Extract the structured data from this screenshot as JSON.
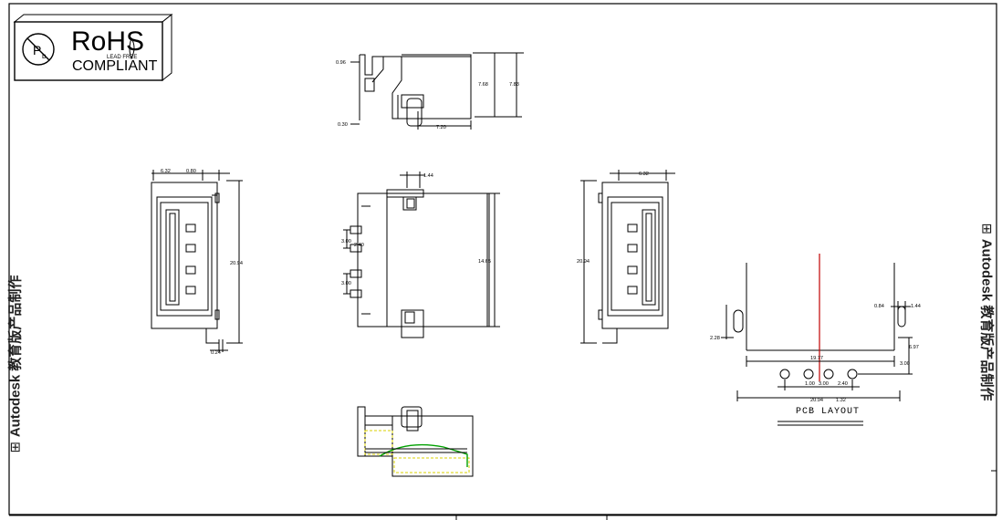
{
  "logo": {
    "rohs_text": "RoHS",
    "lead_free_text": "LEAD FREE",
    "compliant_text": "COMPLIANT"
  },
  "watermark": {
    "left": "Autodesk 教育版产品制作",
    "right": "Autodesk 教育版产品制作"
  },
  "dimensions": {
    "top_view": {
      "d1": "0.96",
      "d2": "7.68",
      "d3": "7.83",
      "d4": "0.30",
      "d5": "7.20"
    },
    "left_view": {
      "d1": "6.32",
      "d2": "0.80",
      "d3": "20.94",
      "d4": "0.24"
    },
    "center_view": {
      "d1": "1.44",
      "d2": "3.00",
      "d3": "2.40",
      "d4": "3.00",
      "d5": "14.65"
    },
    "right_view": {
      "d1": "6.32",
      "d2": "20.94"
    },
    "pcb": {
      "d1": "0.84",
      "d2": "1.44",
      "d3": "2.28",
      "d4": "19.77",
      "d5": "6.97",
      "d6": "3.00",
      "d7": "1.00",
      "d8": "3.00",
      "d9": "2.40",
      "d10": "20.94",
      "d11": "1.32"
    }
  },
  "pcb_layout_label": "PCB LAYOUT"
}
